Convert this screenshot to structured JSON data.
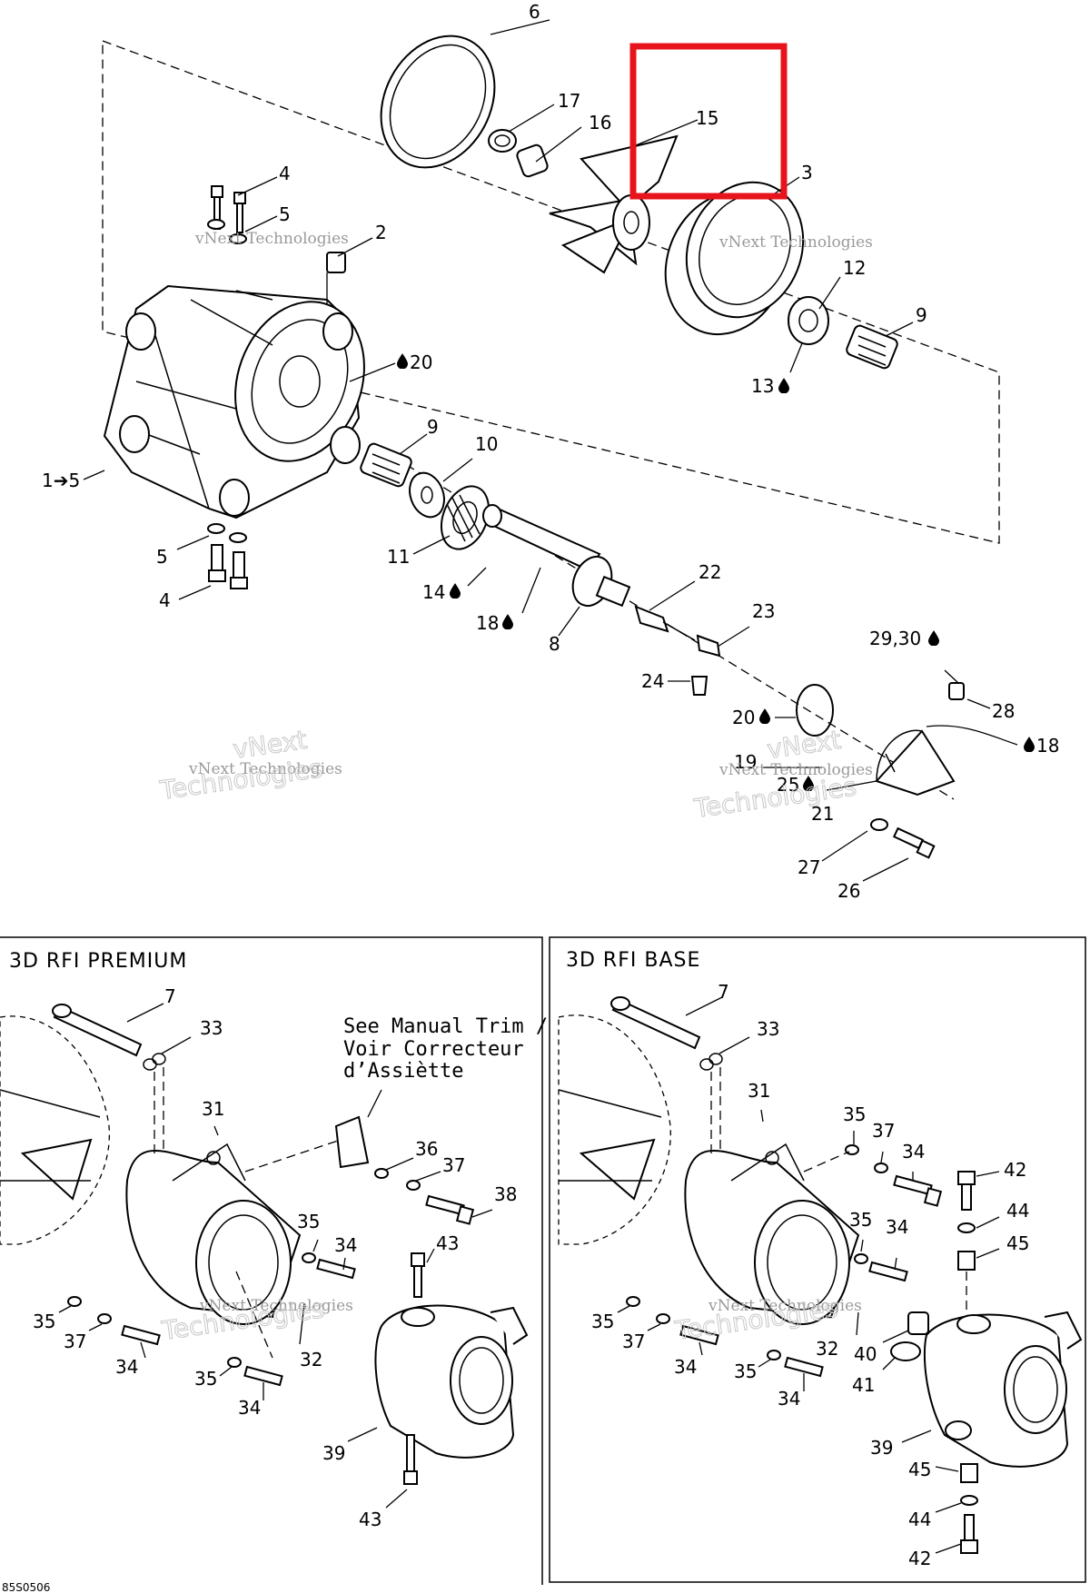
{
  "callouts": {
    "c6": "6",
    "c17": "17",
    "c16": "16",
    "c15": "15",
    "c3": "3",
    "c4a": "4",
    "c5a": "5",
    "c2": "2",
    "c12": "12",
    "c9a": "9",
    "c13": "13",
    "c20a": "20",
    "c9b": "9",
    "c10": "10",
    "c1": "1➔5",
    "c5b": "5",
    "c4b": "4",
    "c11": "11",
    "c14": "14",
    "c18a": "18",
    "c8": "8",
    "c22": "22",
    "c23": "23",
    "c2930": "29,30",
    "c24": "24",
    "c28": "28",
    "c20b": "20",
    "c18b": "18",
    "c19": "19",
    "c25": "25",
    "c21": "21",
    "c27": "27",
    "c26": "26"
  },
  "premium": {
    "title": "3D RFI PREMIUM",
    "note": [
      "See Manual Trim /",
      "Voir Correcteur",
      "d’Assiètte"
    ],
    "c7": "7",
    "c33": "33",
    "c31": "31",
    "c36": "36",
    "c37a": "37",
    "c38": "38",
    "c35a": "35",
    "c34a": "34",
    "c43a": "43",
    "c35b": "35",
    "c37b": "37",
    "c32": "32",
    "c34b": "34",
    "c35c": "35",
    "c34c": "34",
    "c39": "39",
    "c43b": "43"
  },
  "base": {
    "title": "3D RFI BASE",
    "c7": "7",
    "c33": "33",
    "c31": "31",
    "c35a": "35",
    "c37a": "37",
    "c34a": "34",
    "c42a": "42",
    "c44a": "44",
    "c45a": "45",
    "c35b": "35",
    "c34b": "34",
    "c35c": "35",
    "c37b": "37",
    "c32": "32",
    "c40": "40",
    "c41": "41",
    "c34c": "34",
    "c35d": "35",
    "c34d": "34",
    "c39": "39",
    "c45b": "45",
    "c44b": "44",
    "c42b": "42"
  },
  "watermark": {
    "line1": "vNext Technologies",
    "line2": "vNext",
    "line3": "Technologies"
  },
  "drawing_code": "85S0506",
  "colors": {
    "highlight": "#e8141c",
    "ink": "#000000",
    "watermark": "#9a9a9a"
  }
}
